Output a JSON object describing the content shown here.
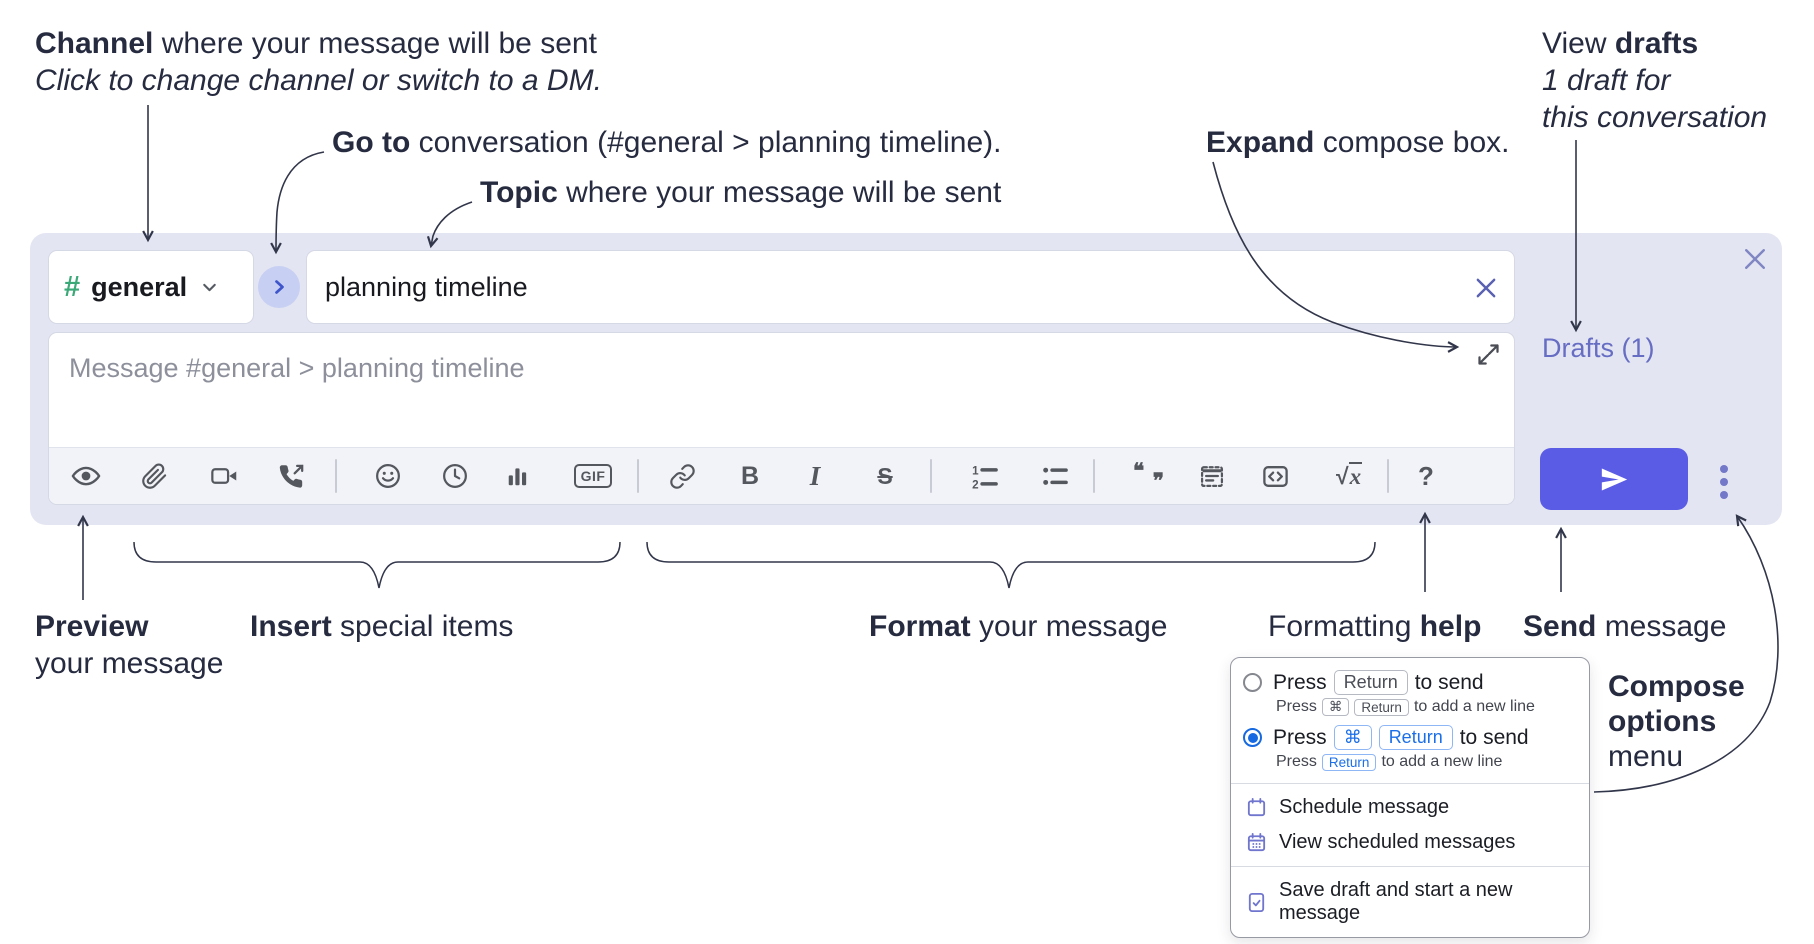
{
  "annotations": {
    "channel": {
      "bold": "Channel",
      "rest": " where your message will be sent",
      "sub": "Click to change channel or switch to a DM."
    },
    "goto": {
      "bold": "Go to",
      "rest": " conversation (#general > planning timeline)."
    },
    "topic": {
      "bold": "Topic",
      "rest": " where your message will be sent"
    },
    "expand": {
      "bold": "Expand",
      "rest": " compose box."
    },
    "view_drafts": {
      "pre": "View ",
      "bold": "drafts",
      "line2": "1 draft for",
      "line3": "this conversation"
    },
    "preview": {
      "bold": "Preview",
      "line2": "your message"
    },
    "insert": {
      "bold": "Insert",
      "rest": " special items"
    },
    "format": {
      "bold": "Format",
      "rest": " your message"
    },
    "help": {
      "pre": "Formatting ",
      "bold": "help"
    },
    "send": {
      "bold": "Send",
      "rest": " message"
    },
    "compose_options": {
      "line1": "Compose",
      "line2": "options",
      "line3": "menu"
    }
  },
  "composer": {
    "channel": {
      "hash": "#",
      "name": "general"
    },
    "topic_value": "planning timeline",
    "message_placeholder": "Message #general > planning timeline",
    "drafts_link": "Drafts (1)",
    "toolbar": [
      "preview-eye",
      "attachment-paperclip",
      "video-camera",
      "phone-call",
      "divider",
      "emoji-smiley",
      "clock",
      "bar-chart",
      "gif",
      "divider",
      "link",
      "bold",
      "italic",
      "strikethrough",
      "divider",
      "ordered-list",
      "bullet-list",
      "divider",
      "quote",
      "code-block",
      "code",
      "formula",
      "divider",
      "help"
    ],
    "glyphs": {
      "gif": "GIF",
      "bold": "B",
      "italic": "I",
      "strikethrough": "S",
      "formula_root": "√",
      "formula_var": "x",
      "help": "?",
      "quote_open": "❝",
      "quote_close": "❞"
    }
  },
  "popup": {
    "option_return": {
      "pre": "Press",
      "key": "Return",
      "post": "to send",
      "sub": {
        "pre": "Press",
        "key1": "⌘",
        "key2": "Return",
        "post": "to add a new line"
      }
    },
    "option_cmd_return": {
      "pre": "Press",
      "key1": "⌘",
      "key2": "Return",
      "post": "to send",
      "sub": {
        "pre": "Press",
        "key": "Return",
        "post": "to add a new line"
      }
    },
    "items": [
      {
        "label": "Schedule message"
      },
      {
        "label": "View scheduled messages"
      },
      {
        "label": "Save draft and start a new message"
      }
    ]
  },
  "colors": {
    "accent": "#5b5ce5",
    "panel": "#e3e5f2",
    "drafts_link": "#666dc3",
    "radio_selected": "#1669e0",
    "key_blue": "#1b6fe8",
    "channel_green": "#3aa877",
    "annotation": "#262b40"
  }
}
